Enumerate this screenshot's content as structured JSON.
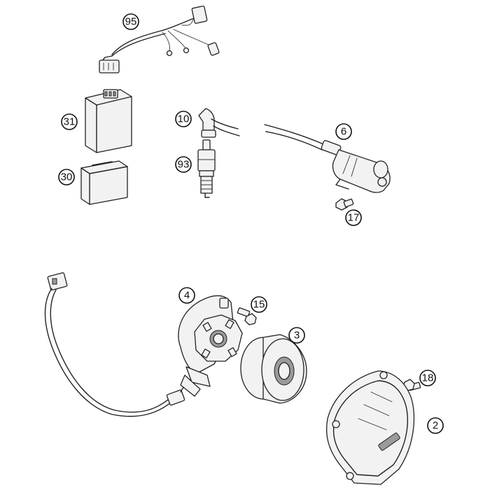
{
  "diagram": {
    "callouts": [
      {
        "id": "95",
        "label": "95"
      },
      {
        "id": "31",
        "label": "31"
      },
      {
        "id": "30",
        "label": "30"
      },
      {
        "id": "10",
        "label": "10"
      },
      {
        "id": "93",
        "label": "93"
      },
      {
        "id": "6",
        "label": "6"
      },
      {
        "id": "17",
        "label": "17"
      },
      {
        "id": "4",
        "label": "4"
      },
      {
        "id": "15",
        "label": "15"
      },
      {
        "id": "3",
        "label": "3"
      },
      {
        "id": "18",
        "label": "18"
      },
      {
        "id": "2",
        "label": "2"
      }
    ],
    "parts": [
      {
        "name": "wiring-harness"
      },
      {
        "name": "cdi-unit"
      },
      {
        "name": "cdi-holder"
      },
      {
        "name": "spark-plug-connector"
      },
      {
        "name": "spark-plug"
      },
      {
        "name": "ignition-coil"
      },
      {
        "name": "coil-bolt"
      },
      {
        "name": "stator"
      },
      {
        "name": "stator-bolt"
      },
      {
        "name": "rotor"
      },
      {
        "name": "cover-bolt"
      },
      {
        "name": "ignition-cover"
      }
    ]
  }
}
